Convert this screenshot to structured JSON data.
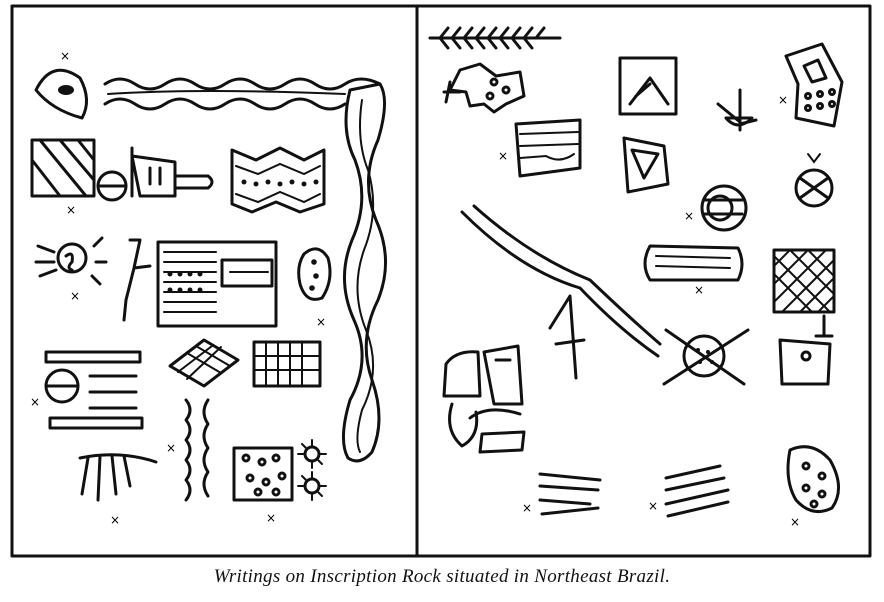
{
  "caption": "Writings on Inscription Rock situated in Northeast Brazil.",
  "figure": {
    "panels": [
      "left",
      "right"
    ],
    "content": "petroglyph illustrations"
  }
}
